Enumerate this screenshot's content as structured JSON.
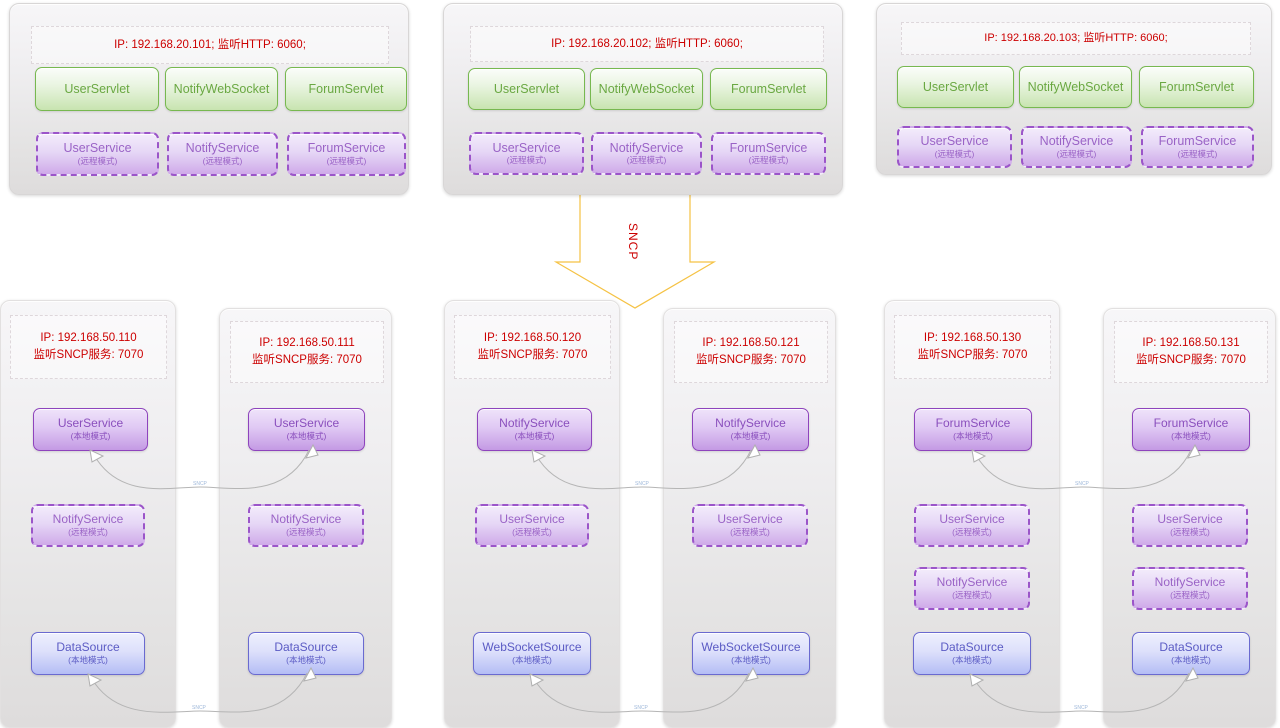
{
  "diagram": {
    "title": "SNCP distributed service deployment topology",
    "protocol_label": "SNCP",
    "link_tag": "SNCP"
  },
  "colors": {
    "ip_text": "#cc0000",
    "servlet_green": "#6aa842",
    "service_purple": "#8a4fbd",
    "datasource_blue": "#5b5bc4",
    "arrow_yellow": "#f5c244",
    "link_gray": "#b5b5b5"
  },
  "modes": {
    "local": "(本地模式)",
    "remote": "(远程模式)"
  },
  "app_tier": [
    {
      "ip_line": "IP: 192.168.20.101;  监听HTTP: 6060;",
      "servlets": [
        "UserServlet",
        "NotifyWebSocket",
        "ForumServlet"
      ],
      "services": [
        {
          "name": "UserService",
          "mode": "(远程模式)"
        },
        {
          "name": "NotifyService",
          "mode": "(远程模式)"
        },
        {
          "name": "ForumService",
          "mode": "(远程模式)"
        }
      ]
    },
    {
      "ip_line": "IP: 192.168.20.102;  监听HTTP: 6060;",
      "servlets": [
        "UserServlet",
        "NotifyWebSocket",
        "ForumServlet"
      ],
      "services": [
        {
          "name": "UserService",
          "mode": "(远程模式)"
        },
        {
          "name": "NotifyService",
          "mode": "(远程模式)"
        },
        {
          "name": "ForumService",
          "mode": "(远程模式)"
        }
      ]
    },
    {
      "ip_line": "IP: 192.168.20.103;  监听HTTP: 6060;",
      "servlets": [
        "UserServlet",
        "NotifyWebSocket",
        "ForumServlet"
      ],
      "services": [
        {
          "name": "UserService",
          "mode": "(远程模式)"
        },
        {
          "name": "NotifyService",
          "mode": "(远程模式)"
        },
        {
          "name": "ForumService",
          "mode": "(远程模式)"
        }
      ]
    }
  ],
  "service_tier": [
    {
      "ip": "IP: 192.168.50.110",
      "port": "监听SNCP服务: 7070",
      "nodes": [
        {
          "name": "UserService",
          "mode": "(本地模式)",
          "kind": "purple-local"
        },
        {
          "name": "NotifyService",
          "mode": "(远程模式)",
          "kind": "purple-remote"
        },
        {
          "name": "DataSource",
          "mode": "(本地模式)",
          "kind": "blue"
        }
      ]
    },
    {
      "ip": "IP: 192.168.50.111",
      "port": "监听SNCP服务: 7070",
      "nodes": [
        {
          "name": "UserService",
          "mode": "(本地模式)",
          "kind": "purple-local"
        },
        {
          "name": "NotifyService",
          "mode": "(远程模式)",
          "kind": "purple-remote"
        },
        {
          "name": "DataSource",
          "mode": "(本地模式)",
          "kind": "blue"
        }
      ]
    },
    {
      "ip": "IP: 192.168.50.120",
      "port": "监听SNCP服务: 7070",
      "nodes": [
        {
          "name": "NotifyService",
          "mode": "(本地模式)",
          "kind": "purple-local"
        },
        {
          "name": "UserService",
          "mode": "(远程模式)",
          "kind": "purple-remote"
        },
        {
          "name": "WebSocketSource",
          "mode": "(本地模式)",
          "kind": "blue"
        }
      ]
    },
    {
      "ip": "IP: 192.168.50.121",
      "port": "监听SNCP服务: 7070",
      "nodes": [
        {
          "name": "NotifyService",
          "mode": "(本地模式)",
          "kind": "purple-local"
        },
        {
          "name": "UserService",
          "mode": "(远程模式)",
          "kind": "purple-remote"
        },
        {
          "name": "WebSocketSource",
          "mode": "(本地模式)",
          "kind": "blue"
        }
      ]
    },
    {
      "ip": "IP: 192.168.50.130",
      "port": "监听SNCP服务: 7070",
      "nodes": [
        {
          "name": "ForumService",
          "mode": "(本地模式)",
          "kind": "purple-local"
        },
        {
          "name": "UserService",
          "mode": "(远程模式)",
          "kind": "purple-remote"
        },
        {
          "name": "NotifyService",
          "mode": "(远程模式)",
          "kind": "purple-remote"
        },
        {
          "name": "DataSource",
          "mode": "(本地模式)",
          "kind": "blue"
        }
      ]
    },
    {
      "ip": "IP: 192.168.50.131",
      "port": "监听SNCP服务: 7070",
      "nodes": [
        {
          "name": "ForumService",
          "mode": "(本地模式)",
          "kind": "purple-local"
        },
        {
          "name": "UserService",
          "mode": "(远程模式)",
          "kind": "purple-remote"
        },
        {
          "name": "NotifyService",
          "mode": "(远程模式)",
          "kind": "purple-remote"
        },
        {
          "name": "DataSource",
          "mode": "(本地模式)",
          "kind": "blue"
        }
      ]
    }
  ]
}
